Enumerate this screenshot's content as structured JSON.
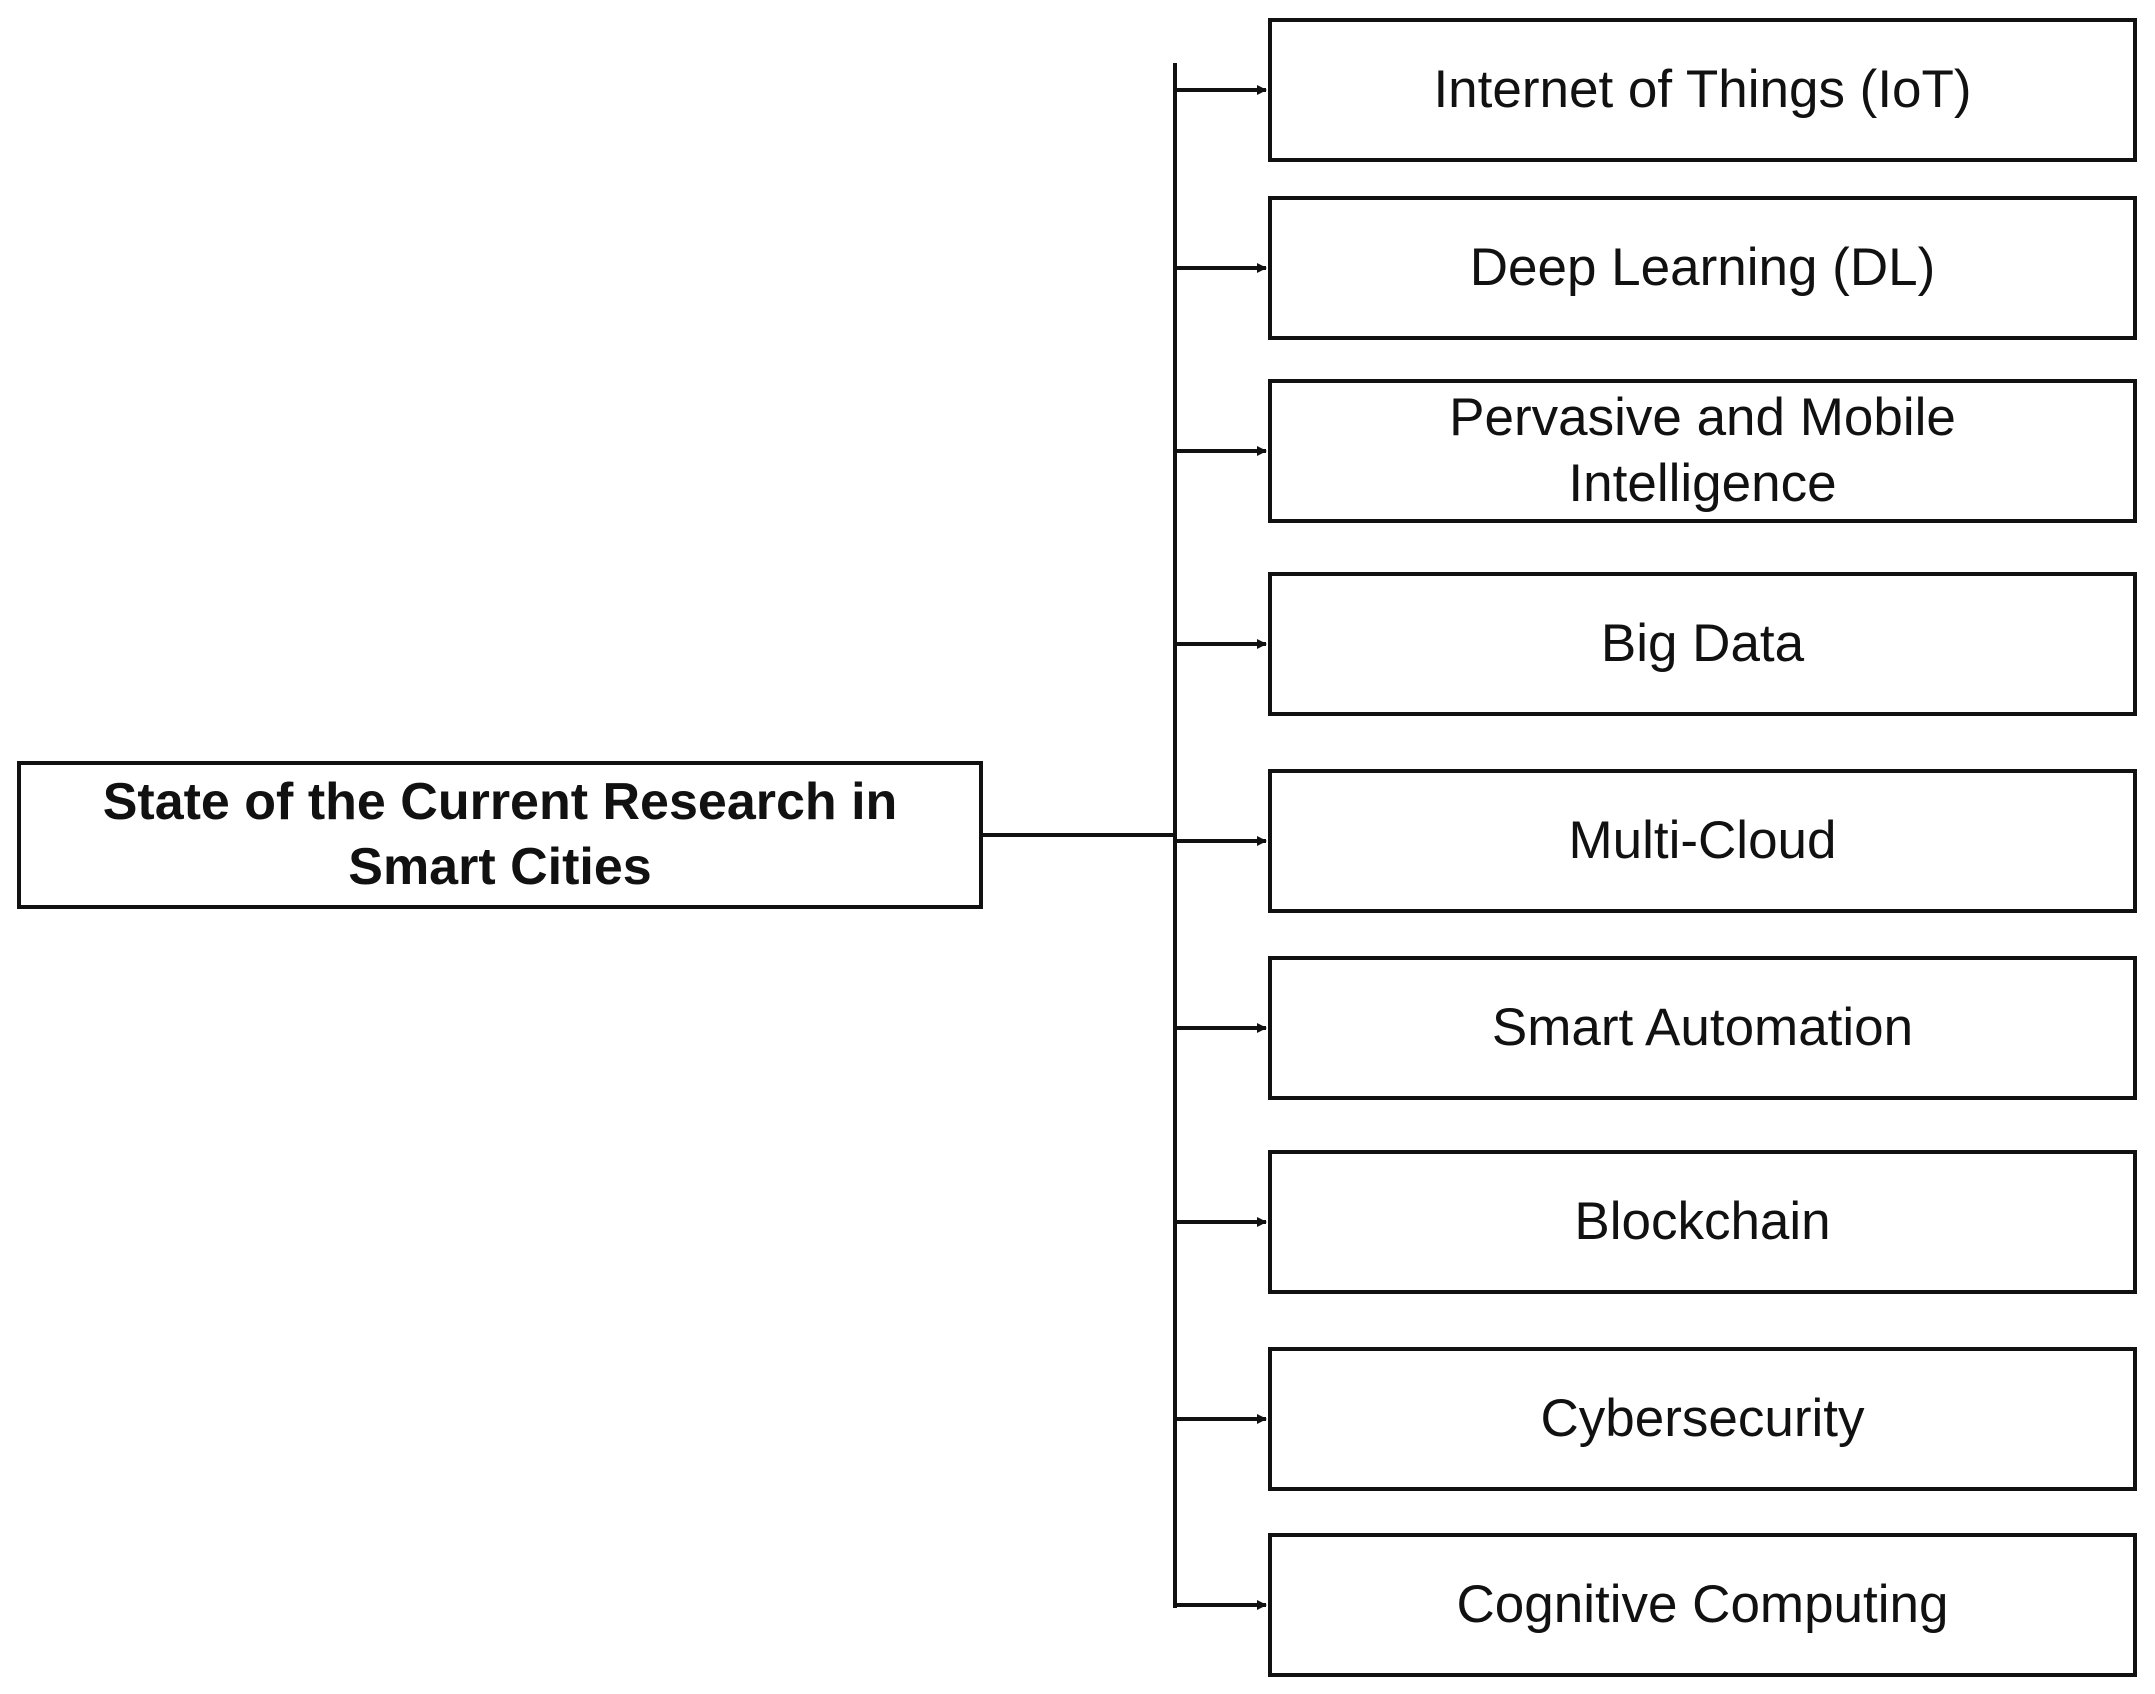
{
  "root": {
    "label": "State of the Current Research in Smart Cities"
  },
  "topics": [
    "Internet of Things (IoT)",
    "Deep Learning (DL)",
    "Pervasive and Mobile Intelligence",
    "Big Data",
    "Multi-Cloud",
    "Smart Automation",
    "Blockchain",
    "Cybersecurity",
    "Cognitive Computing"
  ],
  "colors": {
    "line": "#111111",
    "box_border": "#111111",
    "background": "#ffffff"
  }
}
